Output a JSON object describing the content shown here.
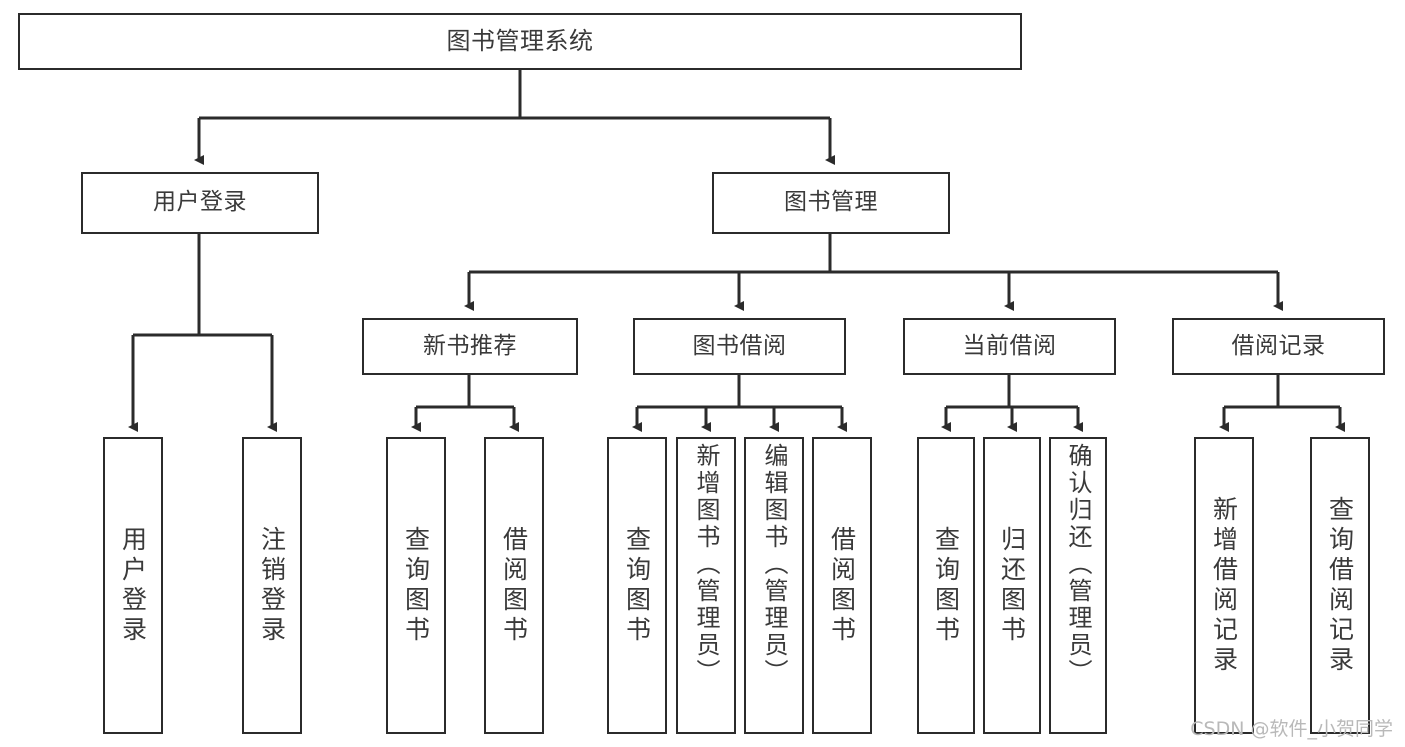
{
  "diagram": {
    "title": "图书管理系统",
    "type": "tree-hierarchy",
    "orientation": "top-down",
    "style": {
      "box_fill": "#ffffff",
      "box_stroke": "#2b2b2b",
      "text_color": "#3a3a3a",
      "background": "#ffffff",
      "watermark_color": "#b9b9b9"
    },
    "root": {
      "label": "图书管理系统"
    },
    "level2": [
      {
        "label": "用户登录"
      },
      {
        "label": "图书管理"
      }
    ],
    "level3": [
      {
        "label": "新书推荐"
      },
      {
        "label": "图书借阅"
      },
      {
        "label": "当前借阅"
      },
      {
        "label": "借阅记录"
      }
    ],
    "leaves": {
      "user_login": [
        {
          "label": "用户登录"
        },
        {
          "label": "注销登录"
        }
      ],
      "new_book_recommend": [
        {
          "label": "查询图书"
        },
        {
          "label": "借阅图书"
        }
      ],
      "book_borrow": [
        {
          "label": "查询图书"
        },
        {
          "label": "新增图书（管理员）"
        },
        {
          "label": "编辑图书（管理员）"
        },
        {
          "label": "借阅图书"
        }
      ],
      "current_borrow": [
        {
          "label": "查询图书"
        },
        {
          "label": "归还图书"
        },
        {
          "label": "确认归还（管理员）"
        }
      ],
      "borrow_record": [
        {
          "label": "新增借阅记录"
        },
        {
          "label": "查询借阅记录"
        }
      ]
    }
  },
  "watermark": {
    "text": "CSDN @软件_小贺同学"
  }
}
